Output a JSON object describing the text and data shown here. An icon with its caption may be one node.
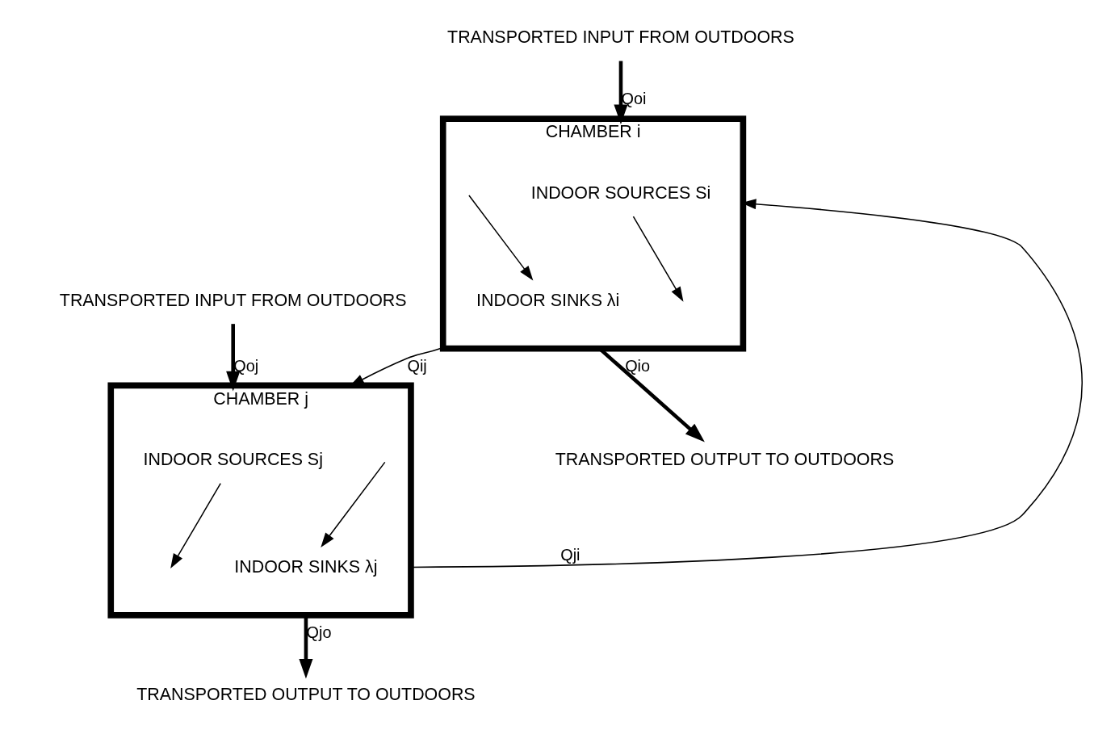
{
  "diagram": {
    "nodes": [
      {
        "text": [
          "CHAMBER i"
        ]
      },
      {
        "text": [
          "INDOOR SOURCES Si"
        ],
        "in": 0
      },
      {
        "text": [
          "INDOOR SINKS λi"
        ],
        "in": 0
      },
      {
        "text": [
          "TRANSPORTED OUTPUT TO OUTDOORS"
        ]
      },
      {
        "text": [
          "TRANSPORTED INPUT FROM OUTDOORS"
        ]
      },
      {
        "text": [
          "CHAMBER j"
        ]
      },
      {
        "text": [
          "INDOOR SOURCES Sj"
        ],
        "in": 5
      },
      {
        "text": [
          "INDOOR SINKS λj"
        ],
        "in": 5
      },
      {
        "text": [
          "TRANSPORTED OUTPUT TO OUTDOORS"
        ]
      },
      {
        "text": [
          "TRANSPORTED INPUT FROM OUTDOORS"
        ]
      }
    ],
    "edges": [
      {
        "from": 0,
        "to": 3,
        "arrow": "to",
        "label": "Qio",
        "style": "thick"
      },
      {
        "from": 4,
        "to": 0,
        "arrow": "to",
        "label": "Qoi",
        "style": "thick"
      },
      {
        "from": 1,
        "to": null,
        "arrow": "to"
      },
      {
        "from": null,
        "to": 2,
        "arrow": "to"
      },
      {
        "from": 0,
        "to": 5,
        "arrow": "to",
        "label": "Qij"
      },
      {
        "from": 5,
        "to": 0,
        "arrow": "to",
        "label": "Qji"
      },
      {
        "from": 5,
        "to": 8,
        "arrow": "to",
        "label": "Qjo",
        "style": "thick"
      },
      {
        "from": 9,
        "to": 5,
        "arrow": "to",
        "label": "Qoj",
        "style": "thick"
      },
      {
        "from": 6,
        "to": null,
        "arrow": "to"
      },
      {
        "from": null,
        "to": 7,
        "arrow": "to"
      }
    ]
  }
}
